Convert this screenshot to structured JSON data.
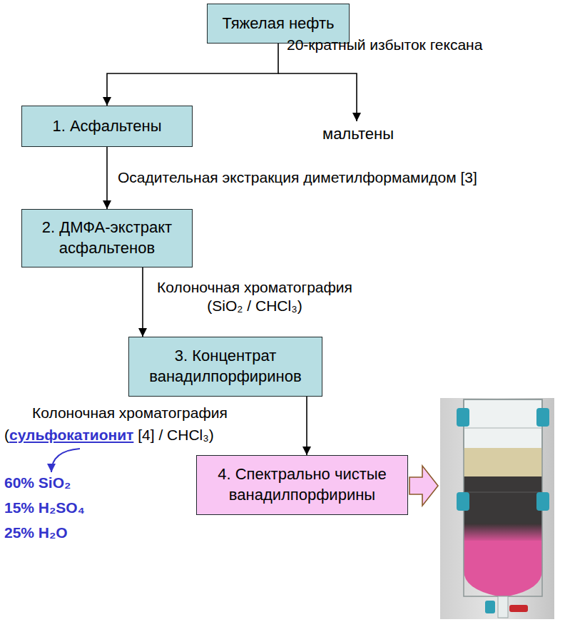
{
  "diagram": {
    "nodes": [
      {
        "text": [
          "Тяжелая нефть"
        ]
      },
      {
        "text": [
          "1. Асфальтены"
        ]
      },
      {
        "text": [
          "2. ДМФА-экстракт асфальтенов"
        ]
      },
      {
        "text": [
          "3. Концентрат ванадилпорфиринов"
        ]
      },
      {
        "text": [
          "4. Спектрально чистые ванадилпорфирины"
        ]
      }
    ],
    "edges": [
      {
        "from": 0,
        "to": 1,
        "arrow": "to",
        "label": "20-кратный избыток гексана"
      },
      {
        "from": 1,
        "to": 2,
        "arrow": "to",
        "label": "Осадительная экстракция диметилформамидом [3]"
      },
      {
        "from": 2,
        "to": 3,
        "arrow": "to",
        "label": "Колоночная хроматография (SiO₂ / CHCl₃)"
      },
      {
        "from": 3,
        "to": 4,
        "arrow": "to",
        "label": "Колоночная хроматография"
      }
    ],
    "labels": [
      "мальтены",
      "(",
      "сульфокатионит",
      "[4] / CHCl₃)",
      "60% SiO₂",
      "15% H₂SO₄",
      "25% H₂O"
    ]
  }
}
